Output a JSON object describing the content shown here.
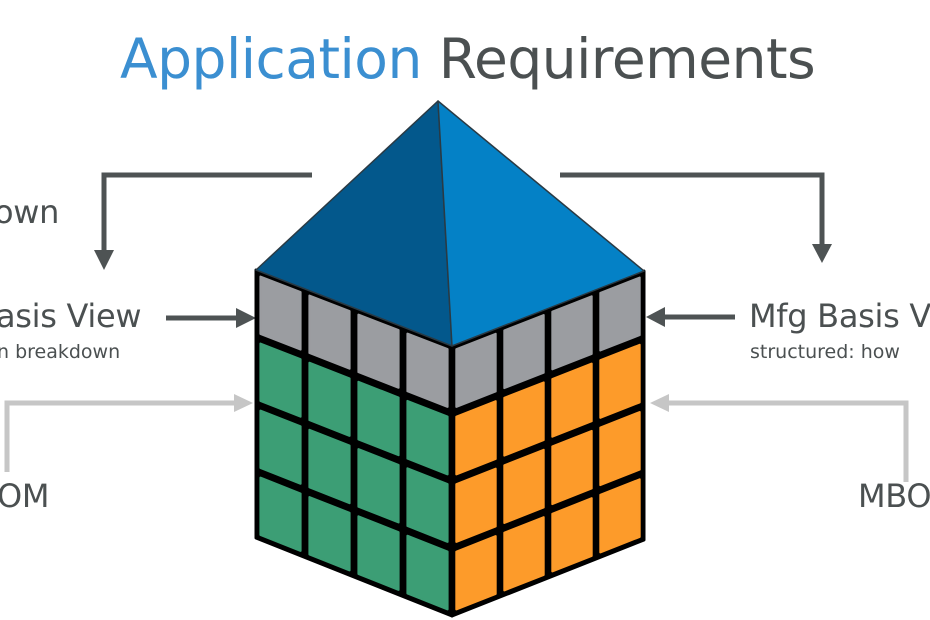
{
  "title": {
    "part1": "Application",
    "part2": "Requirements",
    "part1_color": "#3b8fd1",
    "part2_color": "#4b5051"
  },
  "left": {
    "top_label": "own",
    "view_label": "asis View",
    "view_sublabel": "n breakdown",
    "bom_label": "OM"
  },
  "right": {
    "view_label": "Mfg Basis V",
    "view_sublabel": "structured: how",
    "bom_label": "MBO"
  },
  "cube": {
    "rows": 4,
    "cols": 4,
    "top_row_color": "#9b9da1",
    "left_face_color": "#3c9e75",
    "right_face_color": "#fd9b2a",
    "pyramid_left_color": "#03588c",
    "pyramid_right_color": "#0481c6"
  },
  "arrows": {
    "primary_color": "#4e5354",
    "secondary_color": "#c6c6c6"
  }
}
